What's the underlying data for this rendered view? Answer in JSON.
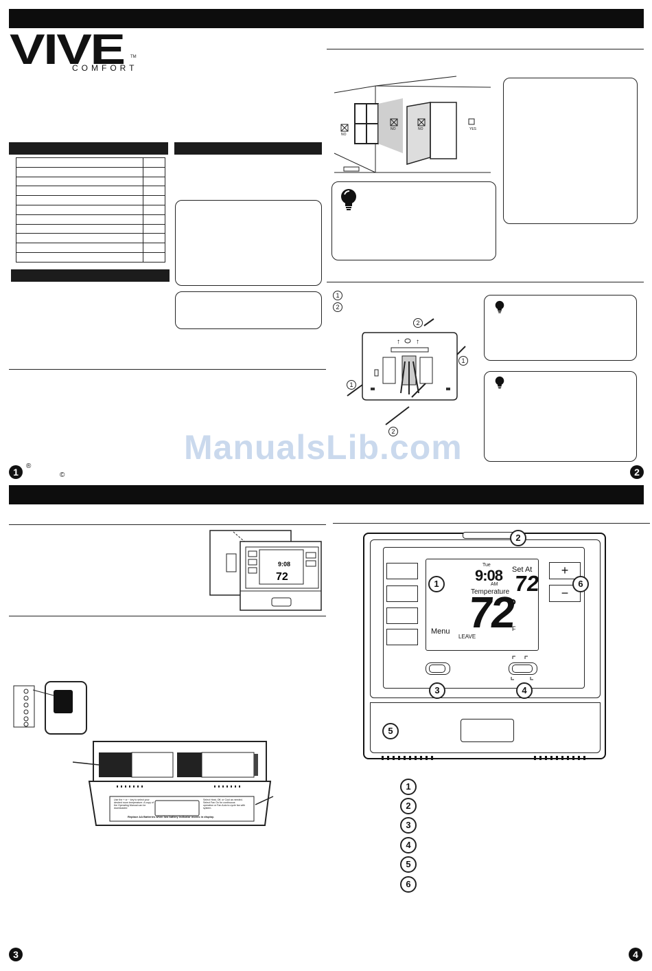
{
  "brand": {
    "name": "VIVE",
    "tagline": "COMFORT",
    "trademark": "TM"
  },
  "page_numbers": [
    "1",
    "2",
    "3",
    "4"
  ],
  "footer_marks": {
    "registered": "®",
    "copyright": "©"
  },
  "watermark": "ManualsLib.com",
  "location_diagram": {
    "no_label": "NO",
    "yes_label": "YES"
  },
  "mounting": {
    "step_markers": [
      "1",
      "2"
    ]
  },
  "thermostat_display": {
    "day": "Tue",
    "time": "9:08",
    "ampm": "AM",
    "set_at_label": "Set At",
    "set_temp": "72",
    "temperature_label": "Temperature",
    "temperature": "72",
    "degree": "°",
    "unit": "F",
    "menu_label": "Menu",
    "leave_label": "LEAVE",
    "plus": "+",
    "minus": "−",
    "callouts": [
      "1",
      "2",
      "3",
      "4",
      "5",
      "6"
    ]
  },
  "legend_numbers": [
    "1",
    "2",
    "3",
    "4",
    "5",
    "6"
  ],
  "battery_door_label": {
    "left": "Use the + or − key to select your desired room temperature. A copy of the Operating Manual can be downloaded",
    "right": "Select Heat, Off, or Cool as needed. Select Fan On for continuous operation or Fan Auto to cycle fan with system.",
    "bottom": "Replace AA Batteries when low battery indicator moves in display."
  }
}
